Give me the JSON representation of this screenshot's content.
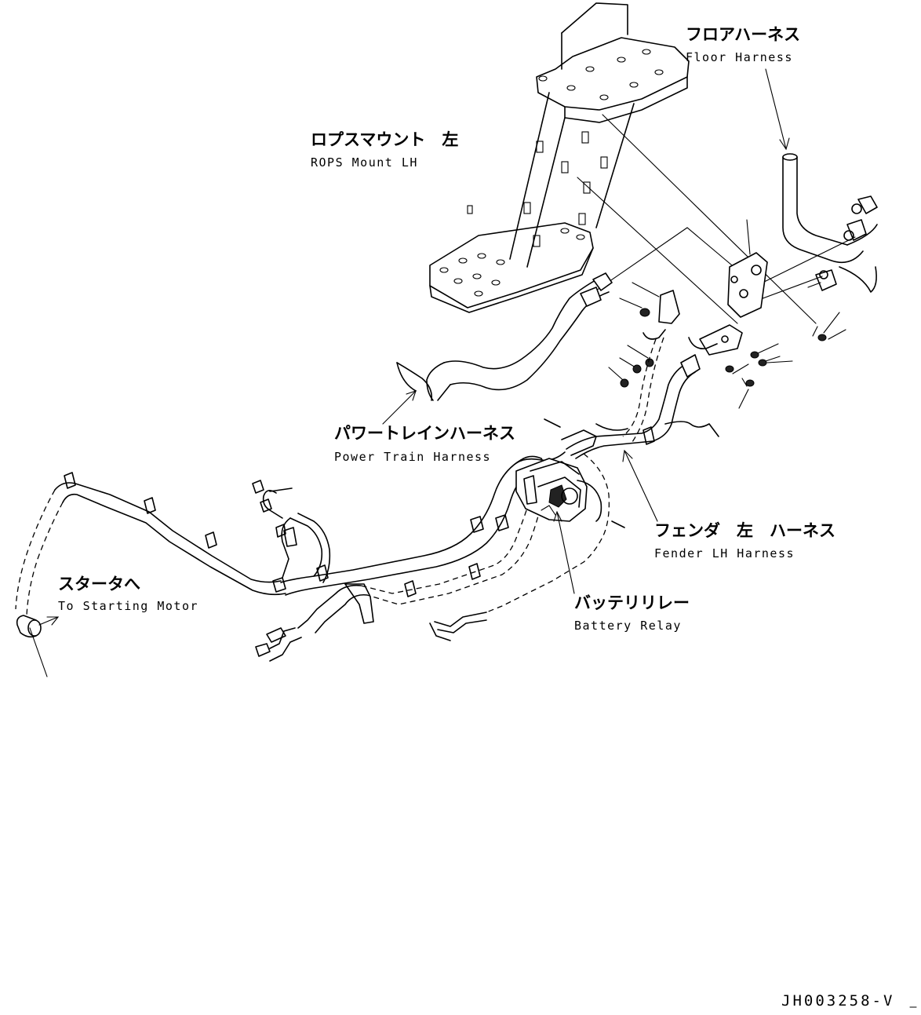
{
  "labels": {
    "floor_harness": {
      "jp": "フロアハーネス",
      "en": "Floor Harness"
    },
    "rops_mount": {
      "jp": "ロプスマウント　左",
      "en": "ROPS Mount LH"
    },
    "power_train_harness": {
      "jp": "パワートレインハーネス",
      "en": "Power Train Harness"
    },
    "fender_harness": {
      "jp": "フェンダ　左　ハーネス",
      "en": "Fender LH Harness"
    },
    "starting_motor": {
      "jp": "スタータへ",
      "en": "To Starting Motor"
    },
    "battery_relay": {
      "jp": "バッテリリレー",
      "en": "Battery Relay"
    }
  },
  "drawing_code": "JH003258-V"
}
